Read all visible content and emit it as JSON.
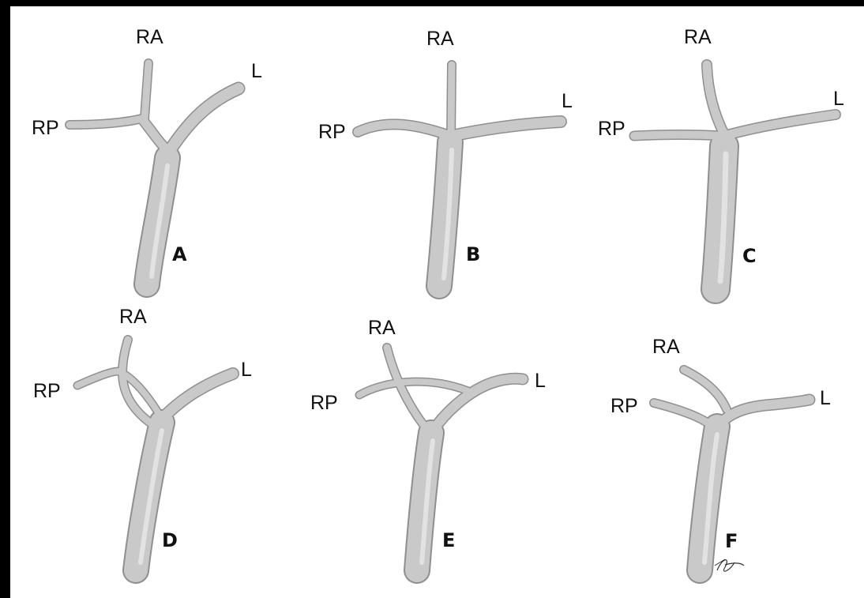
{
  "branch_labels": {
    "right_anterior": "RA",
    "right_posterior": "RP",
    "left": "L"
  },
  "panels": [
    {
      "id": "a",
      "letter": "A"
    },
    {
      "id": "b",
      "letter": "B"
    },
    {
      "id": "c",
      "letter": "C"
    },
    {
      "id": "d",
      "letter": "D"
    },
    {
      "id": "e",
      "letter": "E"
    },
    {
      "id": "f",
      "letter": "F"
    }
  ],
  "colors": {
    "background": "#ffffff",
    "border": "#000000",
    "vein_fill": "#c9c9c9",
    "vein_edge": "#8f8f8f",
    "text": "#111111"
  },
  "signature": "artist signature (drawn mark)"
}
